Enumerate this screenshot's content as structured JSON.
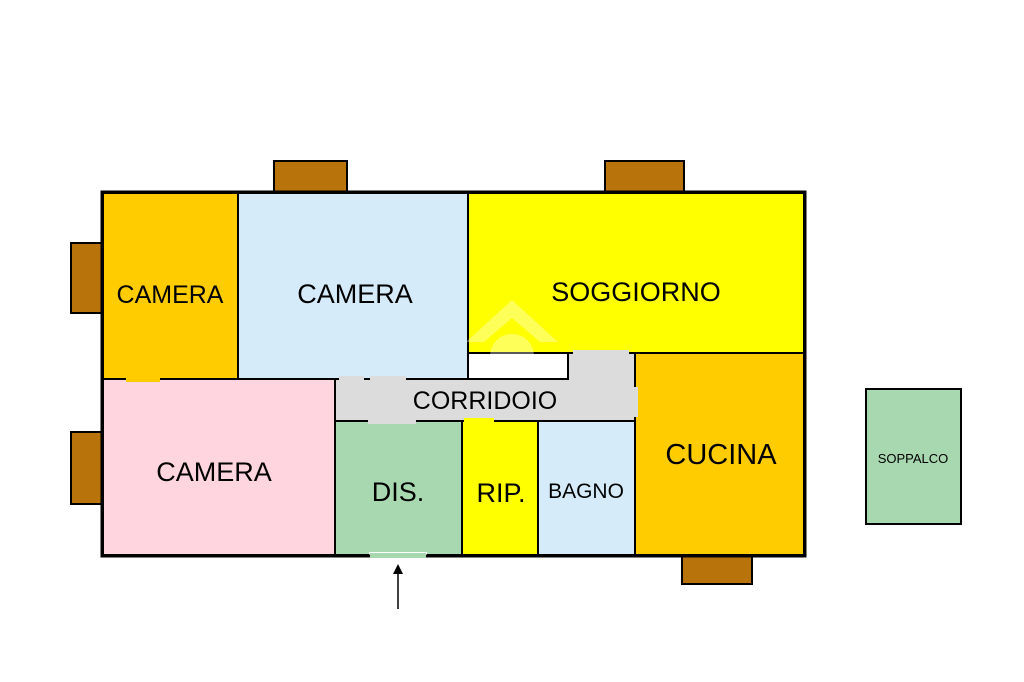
{
  "rooms": {
    "camera_top_left": {
      "label": "CAMERA",
      "color": "#FFCC00"
    },
    "camera_top_center": {
      "label": "CAMERA",
      "color": "#D6EBFA"
    },
    "soggiorno": {
      "label": "SOGGIORNO",
      "color": "#FFFF00"
    },
    "camera_bottom_left": {
      "label": "CAMERA",
      "color": "#FFD6E0"
    },
    "corridoio": {
      "label": "CORRIDOIO",
      "color": "#DCDCDC"
    },
    "dis": {
      "label": "DIS.",
      "color": "#A8D8B0"
    },
    "rip": {
      "label": "RIP.",
      "color": "#FFFF00"
    },
    "bagno": {
      "label": "BAGNO",
      "color": "#D6EBFA"
    },
    "cucina": {
      "label": "CUCINA",
      "color": "#FFCC00"
    },
    "soppalco": {
      "label": "SOPPALCO",
      "color": "#A8D8B0"
    }
  },
  "colors": {
    "wall": "#000000",
    "balcony": "#B8740A",
    "door_gap": "#DCDCDC"
  },
  "entrance_arrow": "entrance-arrow-icon"
}
